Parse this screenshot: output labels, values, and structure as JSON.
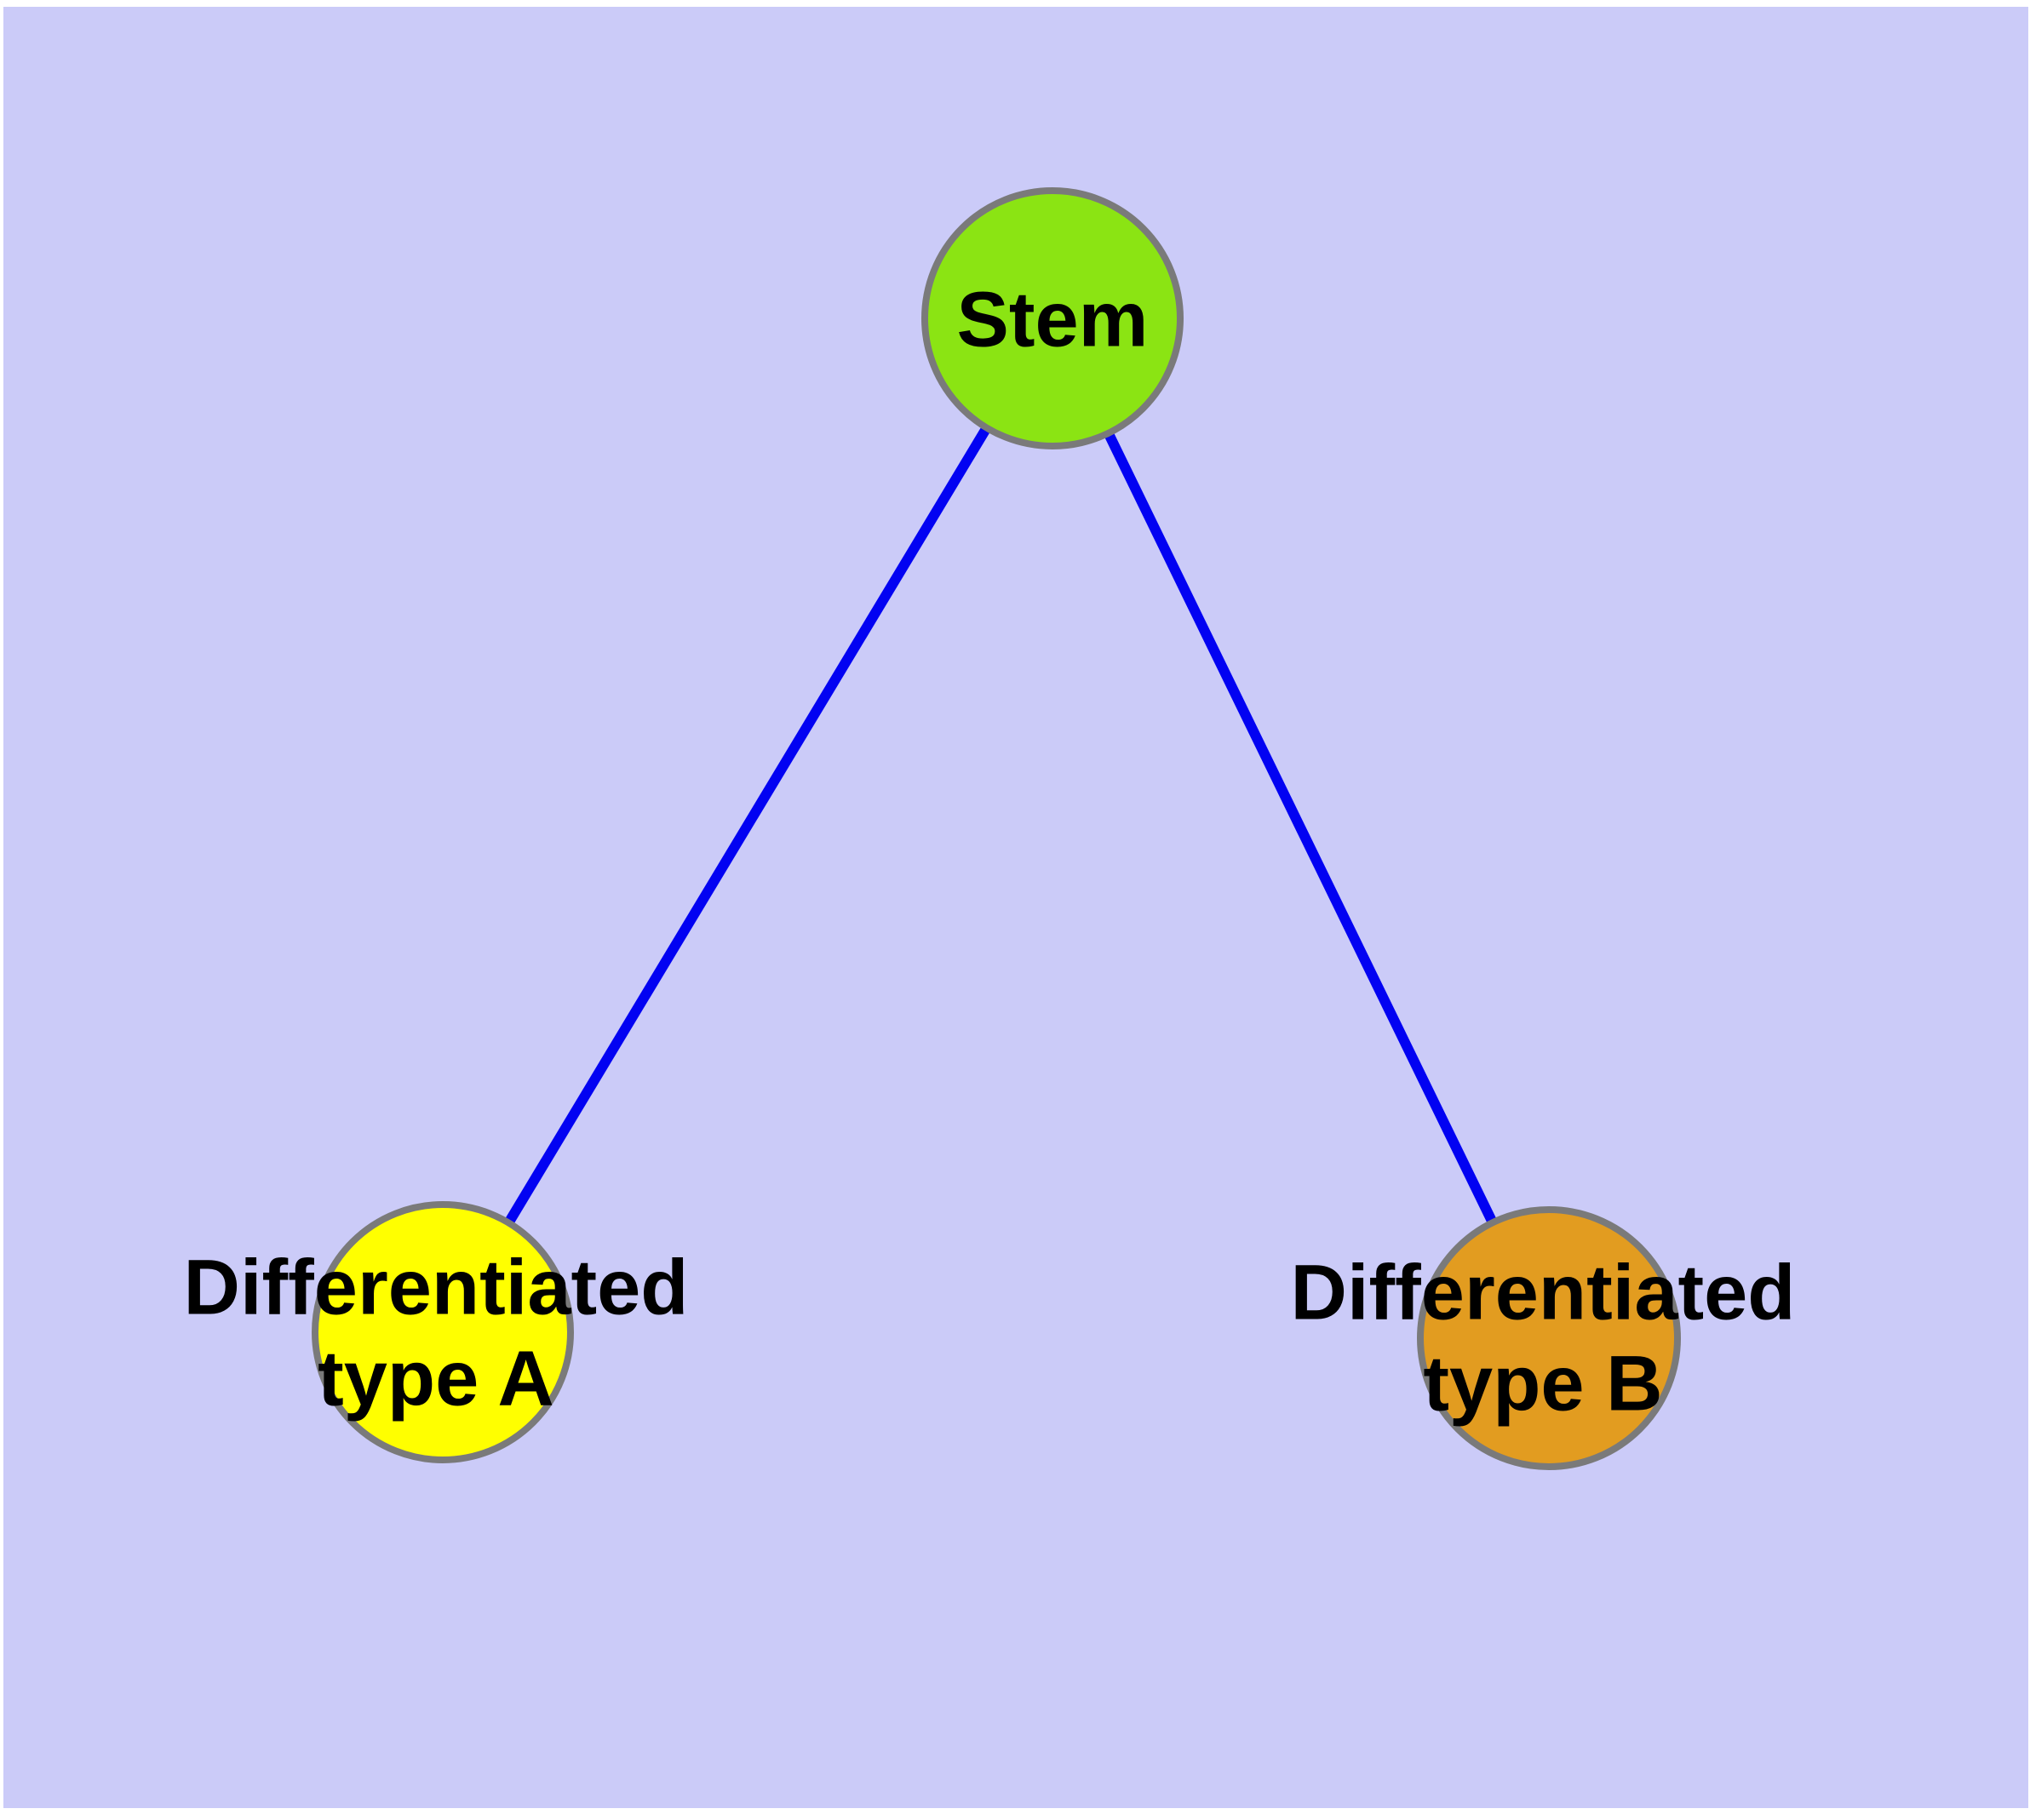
{
  "diagram": {
    "background_color": "#CBCBF8",
    "frame_color": "#FFFFFF",
    "edge_color": "#0202F2",
    "node_border_color": "#7A7A7A",
    "text_color": "#000000",
    "nodes": [
      {
        "id": "stem",
        "label": "Stem",
        "fill": "#8BE413"
      },
      {
        "id": "differentiated-type-a",
        "label_line1": "Differentiated",
        "label_line2": "type A",
        "fill": "#FFFF00"
      },
      {
        "id": "differentiated-type-b",
        "label_line1": "Differentiated",
        "label_line2": "type B",
        "fill": "#E29C20"
      }
    ],
    "edges": [
      {
        "from": "Stem",
        "to": "Differentiated type A"
      },
      {
        "from": "Stem",
        "to": "Differentiated type B"
      }
    ]
  }
}
